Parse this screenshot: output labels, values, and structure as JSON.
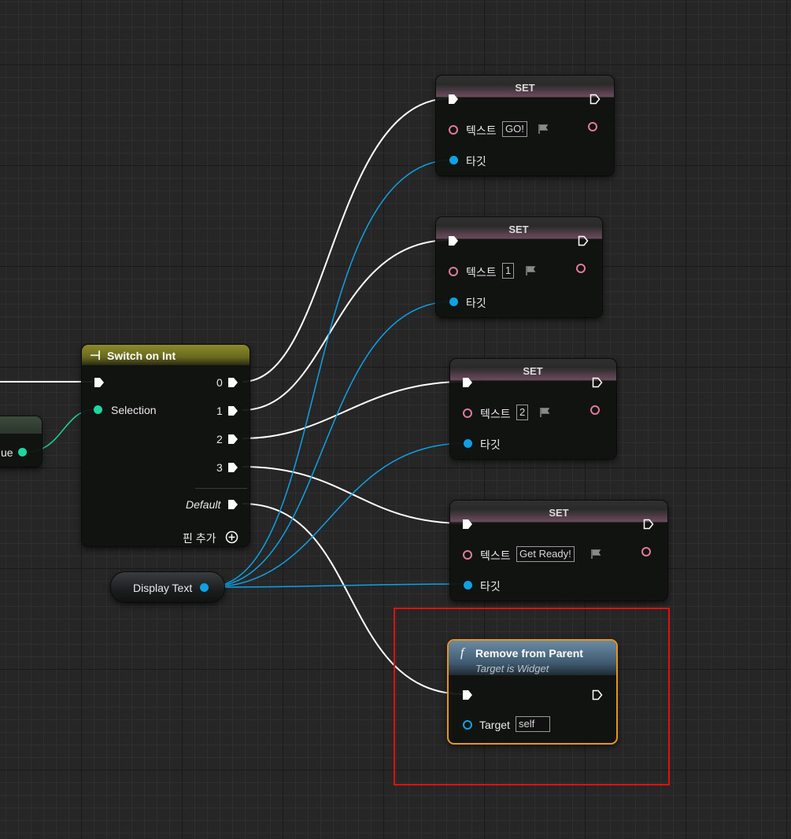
{
  "set_nodes": [
    {
      "title": "SET",
      "text_label": "텍스트",
      "text_value": "GO!",
      "target_label": "타깃"
    },
    {
      "title": "SET",
      "text_label": "텍스트",
      "text_value": "1",
      "target_label": "타깃"
    },
    {
      "title": "SET",
      "text_label": "텍스트",
      "text_value": "2",
      "target_label": "타깃"
    },
    {
      "title": "SET",
      "text_label": "텍스트",
      "text_value": "Get Ready!",
      "target_label": "타깃"
    }
  ],
  "switch_node": {
    "title": "Switch on Int",
    "selection_label": "Selection",
    "outputs": [
      "0",
      "1",
      "2",
      "3"
    ],
    "default_label": "Default",
    "add_pin_label": "핀 추가"
  },
  "partial_node": {
    "label": "ue"
  },
  "display_text_node": {
    "label": "Display Text"
  },
  "remove_node": {
    "title": "Remove from Parent",
    "subtitle": "Target is Widget",
    "target_label": "Target",
    "target_value": "self"
  },
  "colors": {
    "exec_wire": "#ffffff",
    "object_wire": "#0fa1e6",
    "int_wire": "#1fd6a0",
    "text_pin": "#e07aa0",
    "selection_outline": "#e01010",
    "function_outline": "#e8961a"
  }
}
